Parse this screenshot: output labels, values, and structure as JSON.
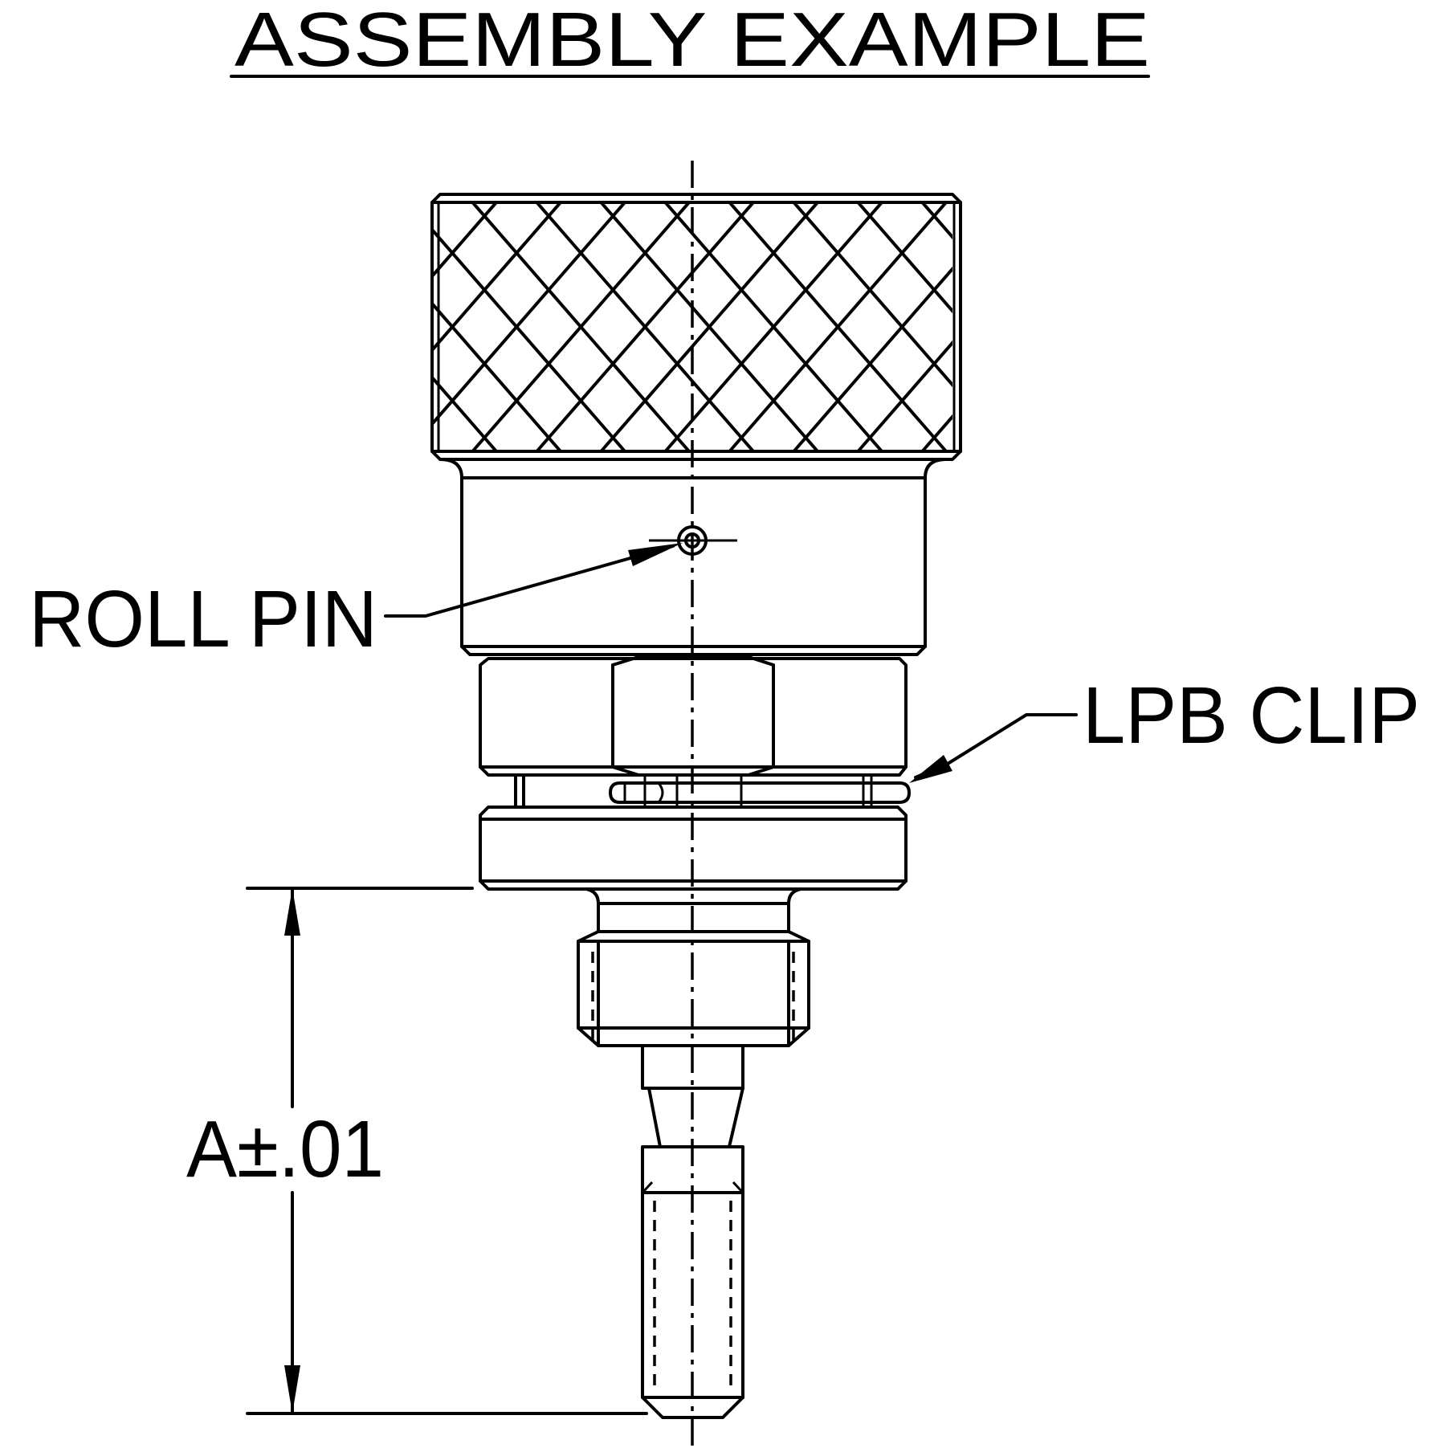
{
  "title": "ASSEMBLY EXAMPLE",
  "callouts": {
    "roll_pin": "ROLL PIN",
    "clip": "LPB CLIP"
  },
  "dimension": {
    "label": "A±.01"
  },
  "colors": {
    "line": "#000000",
    "background": "#ffffff"
  }
}
